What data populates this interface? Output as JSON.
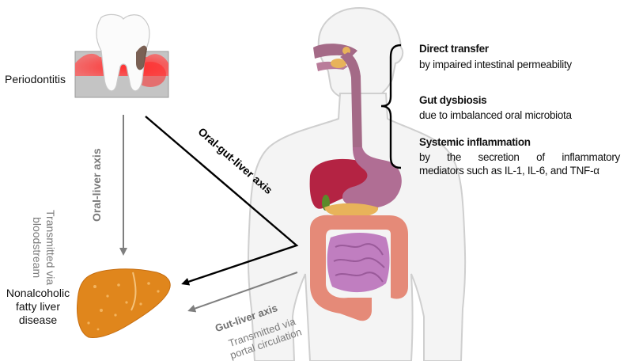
{
  "labels": {
    "periodontitis": "Periodontitis",
    "nafld_line1": "Nonalcoholic",
    "nafld_line2": "fatty liver",
    "nafld_line3": "disease"
  },
  "axes": {
    "oral_liver": {
      "title": "Oral-liver axis",
      "sub_line1": "Transmitted via",
      "sub_line2": "bloodstream"
    },
    "oral_gut_liver": {
      "title": "Oral-gut-liver axis"
    },
    "gut_liver": {
      "title": "Gut-liver axis",
      "sub_line1": "Transmitted via",
      "sub_line2": "portal circulation"
    }
  },
  "mechanisms": [
    {
      "title": "Direct transfer",
      "description": "by impaired intestinal permeability"
    },
    {
      "title": "Gut dysbiosis",
      "description": "due to imbalanced oral microbiota"
    },
    {
      "title": "Systemic inflammation",
      "description_line1": "by the secretion of inflammatory",
      "description_line2": "mediators such as IL-1, IL-6, and TNF-α"
    }
  ],
  "colors": {
    "black_arrow": "#000000",
    "gray_arrow": "#7f7f7f",
    "gray_text": "#7a7a7a",
    "liver": "#e0861c",
    "gum": "#e23b3b",
    "colon": "#e58a78",
    "small_intestine": "#c07ec0",
    "esophagus": "#a46a87",
    "stomach": "#b06e94",
    "pancreas": "#e8b35a",
    "human_liver": "#b42343",
    "body_outline": "#d2d2d2"
  },
  "icons": [
    "tooth-icon",
    "liver-icon",
    "human-body-silhouette",
    "digestive-organs-icon",
    "curly-brace-icon"
  ]
}
